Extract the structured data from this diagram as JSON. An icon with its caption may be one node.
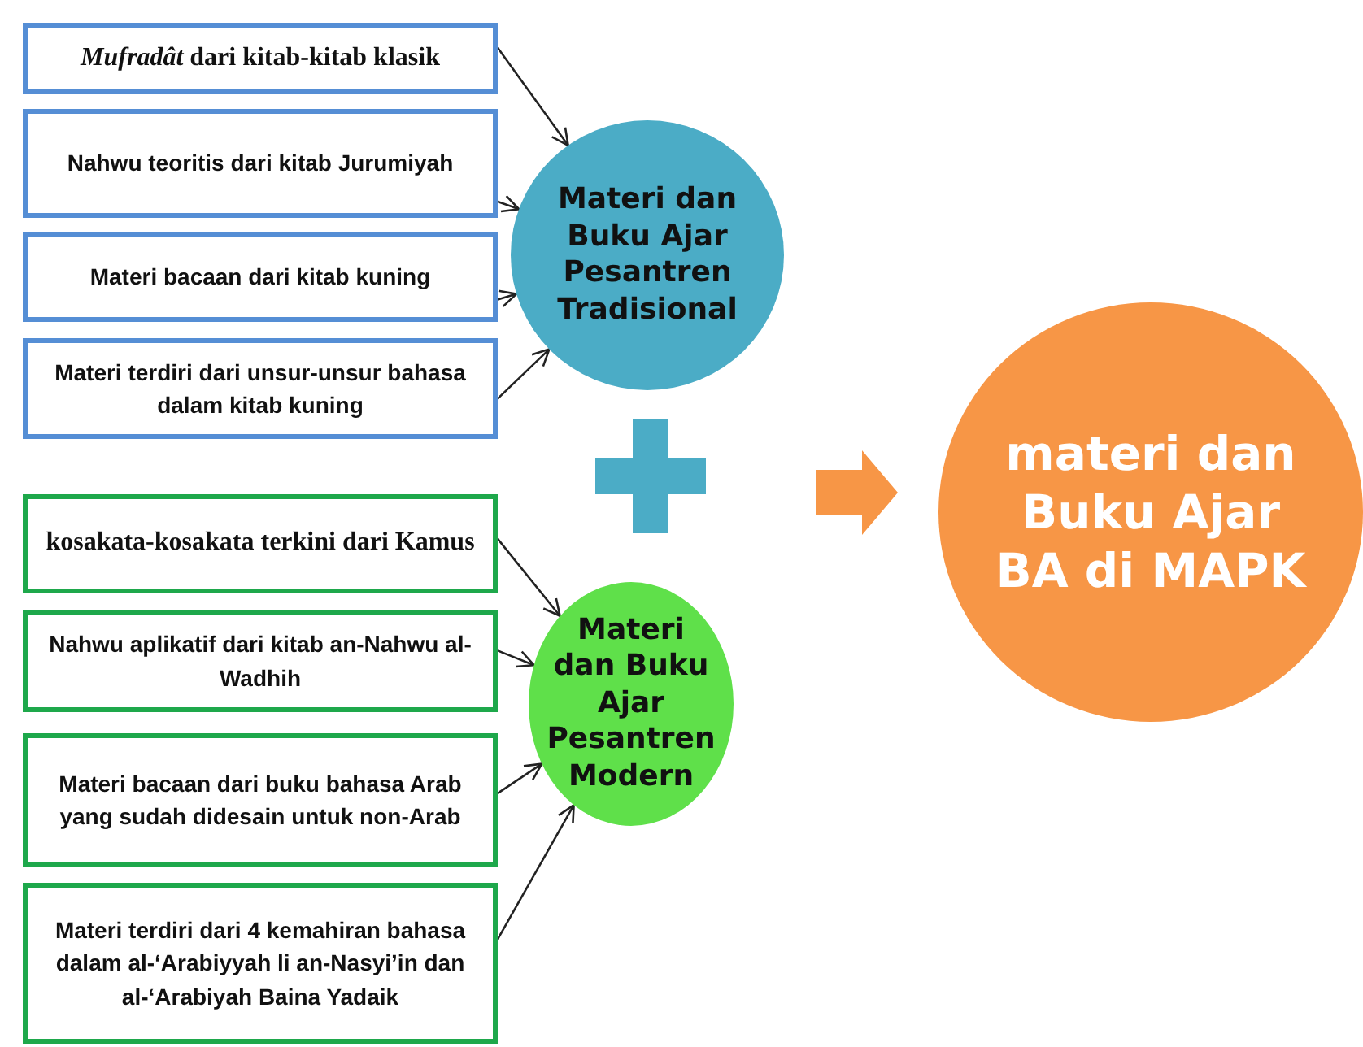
{
  "diagram": {
    "nodes": [
      {
        "text": [
          "*Mufradât* dari kitab-kitab  klasik"
        ]
      },
      {
        "text": [
          "Nahwu teoritis dari kitab Jurumiyah"
        ]
      },
      {
        "text": [
          "Materi bacaan  dari kitab  kuning"
        ]
      },
      {
        "text": [
          "Materi terdiri dari unsur-unsur bahasa  dalam  kitab kuning"
        ]
      },
      {
        "text": [
          "Materi dan Buku Ajar Pesantren Tradisional"
        ]
      },
      {
        "text": [
          "kosakata-kosakata terkini dari Kamus"
        ]
      },
      {
        "text": [
          "Nahwu aplikatif dari kitab an-Nahwu al-Wadhih"
        ]
      },
      {
        "text": [
          "Materi bacaan dari buku bahasa Arab yang sudah didesain untuk non-Arab"
        ]
      },
      {
        "text": [
          "Materi terdiri dari 4 kemahiran bahasa dalam al-‘Arabiyyah  li an-Nasyi’in dan al-‘Arabiyah  Baina Yadaik"
        ]
      },
      {
        "text": [
          "Materi dan Buku Ajar Pesantren Modern"
        ]
      },
      {
        "text": [
          "materi dan Buku Ajar BA di MAPK"
        ]
      }
    ],
    "edges": [
      {
        "from": 0,
        "to": 4,
        "arrow": "to"
      },
      {
        "from": 1,
        "to": 4,
        "arrow": "to"
      },
      {
        "from": 2,
        "to": 4,
        "arrow": "to"
      },
      {
        "from": 3,
        "to": 4,
        "arrow": "to"
      },
      {
        "from": 5,
        "to": 9,
        "arrow": "to"
      },
      {
        "from": 6,
        "to": 9,
        "arrow": "to"
      },
      {
        "from": 7,
        "to": 9,
        "arrow": "to"
      },
      {
        "from": 8,
        "to": 9,
        "arrow": "to"
      },
      {
        "from": null,
        "to": 10,
        "arrow": "to",
        "style": "thick",
        "color": "#f79646"
      }
    ]
  }
}
